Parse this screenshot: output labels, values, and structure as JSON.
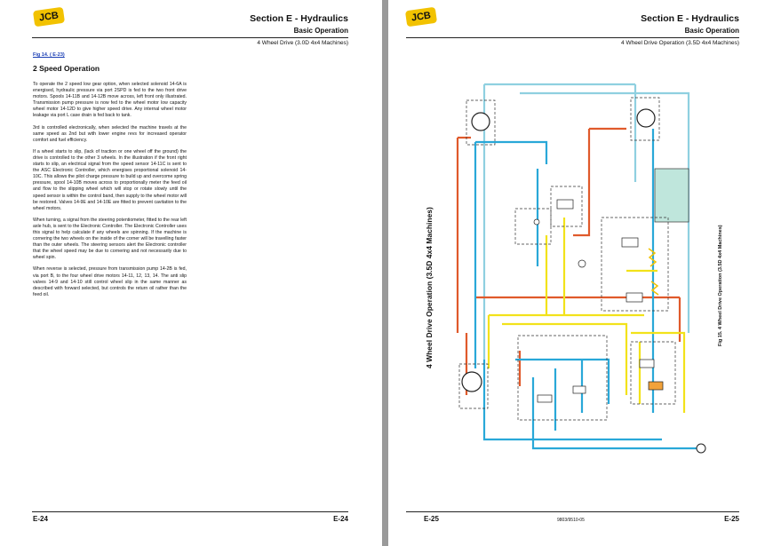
{
  "left_page": {
    "logo": "JCB",
    "section_title": "Section E - Hydraulics",
    "section_subtitle": "Basic Operation",
    "caption": "4 Wheel Drive (3.0D 4x4 Machines)",
    "fig_ref": "Fig 14. ( E-23)",
    "heading": "2 Speed Operation",
    "paragraphs": [
      "To operate the 2 speed low gear option, when selected solenoid 14-6A is energised, hydraulic pressure via port 2SPD is fed to the two front drive motors. Spools 14-11B and 14-12B move across, left front only illustrated. Transmission pump pressure is now fed to the wheel motor low capacity wheel motor 14-12D to give higher speed drive. Any internal wheel motor leakage via port L case drain is fed back to tank.",
      "3rd is controlled electronically, when selected the machine travels at the same speed as 2nd but with lower engine revs for increased operator comfort and fuel efficiency.",
      "If a wheel starts to slip, (lack of traction or one wheel off the ground) the drive is controlled to the other 3 wheels. In the illustration if the front right starts to slip, an electrical signal from the speed sensor 14-11C is sent to the ASC Electronic Controller, which energises proportional solenoid 14-10C. This allows the pilot charge pressure to build up and overcome spring pressure, spool 14-10B moves across to proportionally meter the feed oil and flow to the slipping wheel which will stop or rotate slowly until the speed sensor is within the control band, then supply to the wheel motor will be restored. Valves 14-9E and 14-10E are fitted to prevent cavitation to the wheel motors.",
      "When turning, a signal from the steering potentiometer, fitted to the rear left axle hub, is sent to the Electronic Controller. The Electronic Controller uses this signal to help calculate if any wheels are spinning. If the machine is cornering the two wheels on the inside of the corner will be travelling faster than the outer wheels. The steering sensors alert the Electronic controller that the wheel speed may be due to cornering and not necessarily due to wheel spin.",
      "When reverse is selected, pressure from transmission pump 14-2B is fed, via port B, to the four wheel drive motors 14-11, 12, 13, 14. The anti slip valves 14-9 and 14-10 still control wheel slip in the same manner as described with forward selected, but controls the return oil rather than the feed oil."
    ],
    "page_left": "E-24",
    "page_right": "E-24"
  },
  "right_page": {
    "logo": "JCB",
    "section_title": "Section E - Hydraulics",
    "section_subtitle": "Basic Operation",
    "caption": "4 Wheel Drive Operation (3.5D 4x4 Machines)",
    "vertical_title": "4 Wheel Drive Operation (3.5D 4x4 Machines)",
    "figure_caption": "Fig 15. 4 Wheel Drive Operation (3.5D 4x4 Machines)",
    "doc_number": "9803/9510-05",
    "page_left": "E-25",
    "page_right": "E-25"
  },
  "colors": {
    "pressure": "#e05a2b",
    "feed": "#f2e21a",
    "return": "#29a8d8",
    "pilot": "#8fd0e0",
    "tank": "#bfe6dc",
    "brand_yellow": "#f2c200"
  }
}
